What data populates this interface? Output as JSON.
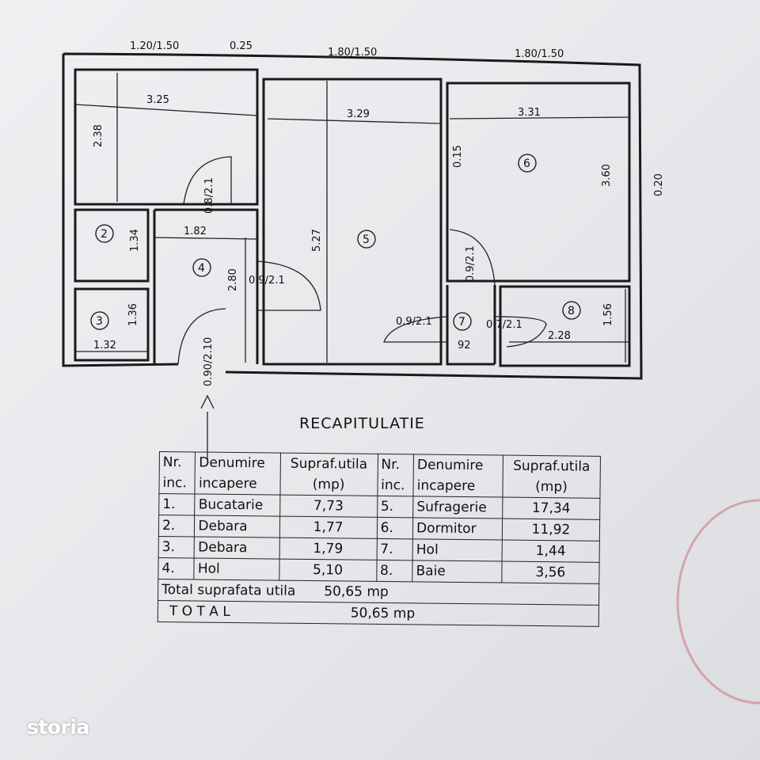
{
  "plan": {
    "windows": [
      "1.20/1.50",
      "1.80/1.50",
      "1.80/1.50"
    ],
    "wall_dims": [
      "0.25",
      "0.20",
      "0.15"
    ],
    "room1": {
      "width": "3.25",
      "height": "2.38",
      "door": "0.8/2.1"
    },
    "room2": {
      "number": "2",
      "height": "1.34"
    },
    "room3": {
      "number": "3",
      "height": "1.36",
      "width": "1.32"
    },
    "room4": {
      "number": "4",
      "width": "1.82",
      "height": "2.80",
      "door": "0.9/2.1",
      "entrance": "0.90/2.10"
    },
    "room5": {
      "number": "5",
      "width": "3.29",
      "height": "5.27"
    },
    "room6": {
      "number": "6",
      "width": "3.31",
      "height": "3.60",
      "door": "0.9/2.1"
    },
    "room7": {
      "number": "7",
      "door_left": "0.9/2.1",
      "door_right": "0.7/2.1",
      "width": "92"
    },
    "room8": {
      "number": "8",
      "width": "2.28",
      "height": "1.56"
    }
  },
  "recap": {
    "title": "RECAPITULATIE",
    "headers": {
      "nr": "Nr.",
      "inc": "inc.",
      "den1": "Denumire",
      "den2": "incapere",
      "sup1": "Supraf.utila",
      "sup2": "(mp)"
    },
    "rows": [
      {
        "nr": "1.",
        "name": "Bucatarie",
        "area": "7,73",
        "nr2": "5.",
        "name2": "Sufragerie",
        "area2": "17,34"
      },
      {
        "nr": "2.",
        "name": "Debara",
        "area": "1,77",
        "nr2": "6.",
        "name2": "Dormitor",
        "area2": "11,92"
      },
      {
        "nr": "3.",
        "name": "Debara",
        "area": "1,79",
        "nr2": "7.",
        "name2": "Hol",
        "area2": "1,44"
      },
      {
        "nr": "4.",
        "name": "Hol",
        "area": "5,10",
        "nr2": "8.",
        "name2": "Baie",
        "area2": "3,56"
      }
    ],
    "total_useful_label": "Total suprafata utila",
    "total_useful_value": "50,65 mp",
    "total_label": "T O T A L",
    "total_value": "50,65 mp"
  },
  "watermark": {
    "logo": "storia"
  }
}
